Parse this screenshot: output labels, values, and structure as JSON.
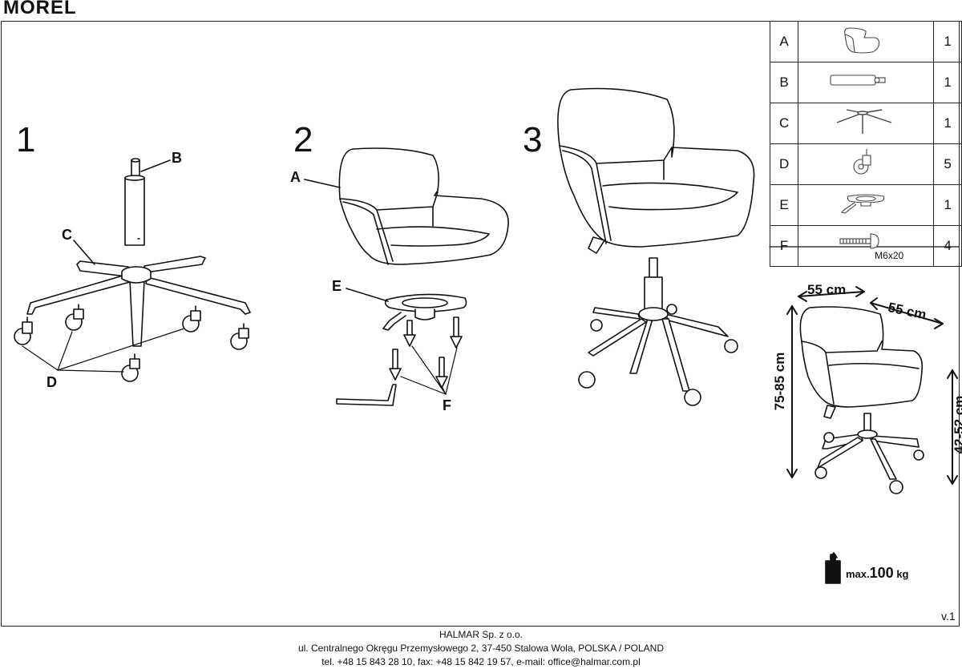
{
  "title": "MOREL",
  "steps": [
    "1",
    "2",
    "3"
  ],
  "labels": {
    "A": "A",
    "B": "B",
    "C": "C",
    "D": "D",
    "E": "E",
    "F": "F"
  },
  "parts": [
    {
      "letter": "A",
      "qty": "1",
      "icon": "seat-shell-icon"
    },
    {
      "letter": "B",
      "qty": "1",
      "icon": "gas-lift-icon"
    },
    {
      "letter": "C",
      "qty": "1",
      "icon": "star-base-icon"
    },
    {
      "letter": "D",
      "qty": "5",
      "icon": "caster-wheel-icon"
    },
    {
      "letter": "E",
      "qty": "1",
      "icon": "mechanism-plate-icon"
    },
    {
      "letter": "F",
      "qty": "4",
      "icon": "bolt-icon",
      "spec": "M6x20"
    }
  ],
  "dimensions": {
    "width": "55 cm",
    "depth": "55 cm",
    "height": "75-85 cm",
    "seat_height": "42-52 cm"
  },
  "load": {
    "prefix": "max.",
    "value": "100",
    "unit": "kg"
  },
  "version": "v.1",
  "footer": [
    "HALMAR Sp. z o.o.",
    "ul. Centralnego Okręgu Przemysłowego 2, 37-450 Stalowa Wola, POLSKA / POLAND",
    "tel. +48 15 843 28 10, fax: +48 15 842 19 57, e-mail: office@halmar.com.pl"
  ]
}
